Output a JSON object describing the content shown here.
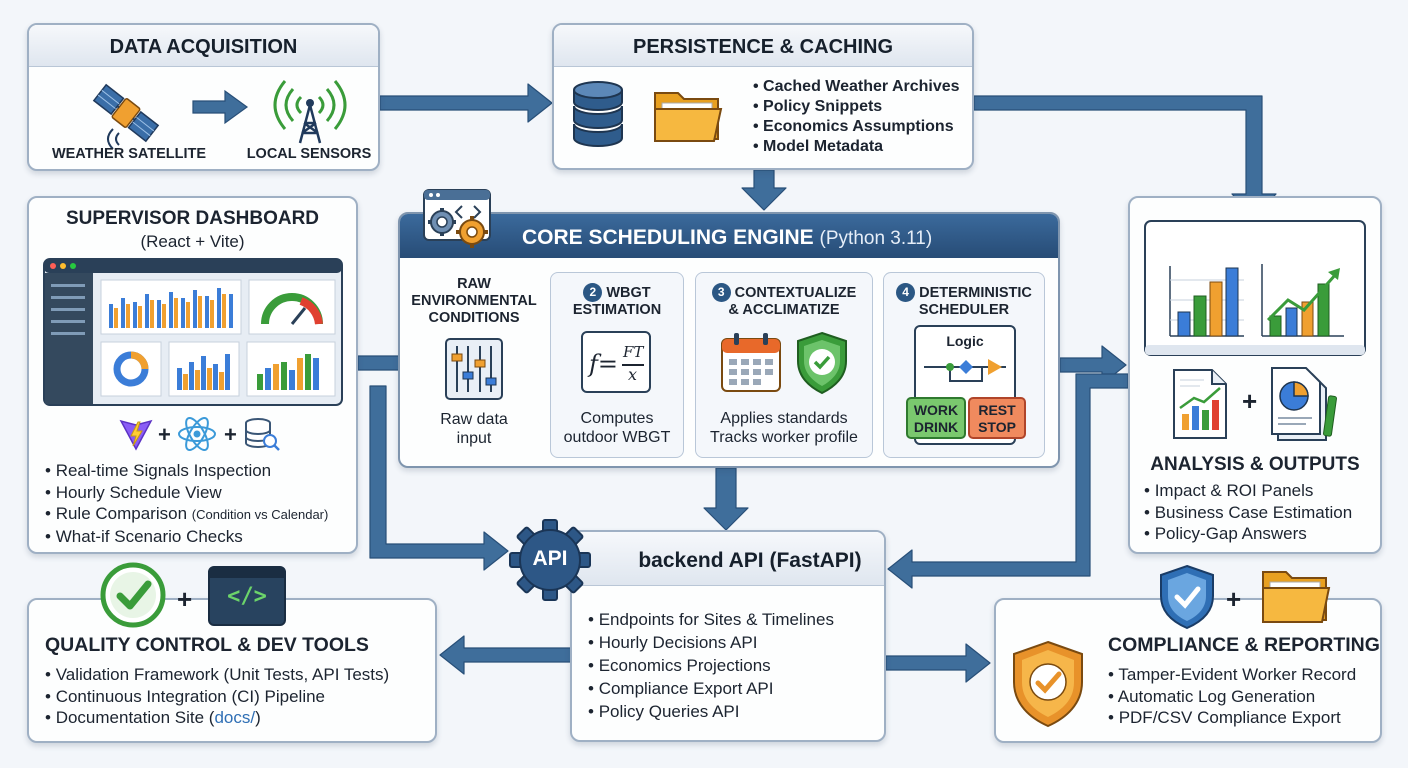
{
  "data_acquisition": {
    "title": "DATA ACQUISITION",
    "satellite_label": "WEATHER SATELLITE",
    "sensors_label": "LOCAL SENSORS"
  },
  "persistence": {
    "title": "PERSISTENCE & CACHING",
    "items": [
      "Cached Weather Archives",
      "Policy Snippets",
      "Economics Assumptions",
      "Model Metadata"
    ]
  },
  "supervisor": {
    "title": "SUPERVISOR DASHBOARD",
    "subtitle": "(React + Vite)",
    "plus": "+",
    "items": [
      "Real-time Signals Inspection",
      "Hourly Schedule View",
      "Rule Comparison",
      "What-if Scenario Checks"
    ],
    "rule_note": "(Condition vs Calendar)"
  },
  "engine": {
    "title": "CORE SCHEDULING ENGINE",
    "subtitle": "(Python 3.11)",
    "steps": [
      {
        "num": "",
        "title_l1": "RAW",
        "title_l2": "ENVIRONMENTAL",
        "title_l3": "CONDITIONS",
        "cap_l1": "Raw data",
        "cap_l2": "input"
      },
      {
        "num": "2",
        "title_l1": "WBGT",
        "title_l2": "ESTIMATION",
        "formula_f": "f=",
        "formula_num": "FT",
        "formula_den": "x",
        "cap_l1": "Computes",
        "cap_l2": "outdoor WBGT"
      },
      {
        "num": "3",
        "title_l1": "CONTEXTUALIZE",
        "title_l2": "& ACCLIMATIZE",
        "cap_l1": "Applies standards",
        "cap_l2": "Tracks worker profile"
      },
      {
        "num": "4",
        "title_l1": "DETERMINISTIC",
        "title_l2": "SCHEDULER",
        "logic": "Logic",
        "work_l1": "WORK",
        "work_l2": "DRINK",
        "rest_l1": "REST",
        "rest_l2": "STOP"
      }
    ]
  },
  "api": {
    "badge": "API",
    "title": "backend API (FastAPI)",
    "items": [
      "Endpoints for Sites & Timelines",
      "Hourly Decisions API",
      "Economics Projections",
      "Compliance Export API",
      "Policy Queries API"
    ]
  },
  "analysis": {
    "title": "ANALYSIS & OUTPUTS",
    "plus": "+",
    "items": [
      "Impact & ROI Panels",
      "Business Case Estimation",
      "Policy-Gap Answers"
    ]
  },
  "quality": {
    "title": "QUALITY CONTROL & DEV TOOLS",
    "plus": "+",
    "code_icon": "</>",
    "items": [
      "Validation Framework (Unit Tests, API Tests)",
      "Continuous Integration (CI) Pipeline",
      "Documentation Site ("
    ],
    "docs_link": "docs/",
    "docs_close": ")"
  },
  "compliance": {
    "title": "COMPLIANCE & REPORTING",
    "plus": "+",
    "items": [
      "Tamper-Evident Worker Record",
      "Automatic Log Generation",
      "PDF/CSV Compliance Export"
    ]
  },
  "colors": {
    "arrow": "#3f6e9b",
    "engine_header": "#2d5786",
    "accent_orange": "#f0a030",
    "accent_green": "#3a9c3a"
  }
}
